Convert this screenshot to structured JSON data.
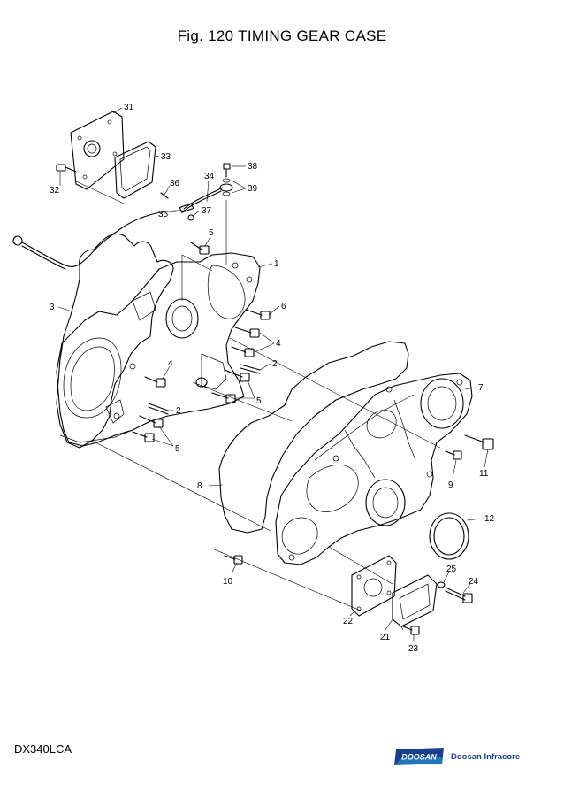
{
  "title": "Fig. 120 TIMING GEAR CASE",
  "model": "DX340LCA",
  "brand": {
    "logo_text": "DOOSAN",
    "company": "Doosan Infracore",
    "color": "#1a3f8f",
    "accent": "#2a9ad6"
  },
  "callouts": {
    "c1": "1",
    "c2a": "2",
    "c2b": "2",
    "c3": "3",
    "c4a": "4",
    "c4b": "4",
    "c5a": "5",
    "c5b": "5",
    "c5c": "5",
    "c6": "6",
    "c7": "7",
    "c8": "8",
    "c9": "9",
    "c10": "10",
    "c11": "11",
    "c12": "12",
    "c21": "21",
    "c22": "22",
    "c23": "23",
    "c24": "24",
    "c25": "25",
    "c31": "31",
    "c32": "32",
    "c33": "33",
    "c34": "34",
    "c35": "35",
    "c36": "36",
    "c37": "37",
    "c38": "38",
    "c39": "39"
  }
}
